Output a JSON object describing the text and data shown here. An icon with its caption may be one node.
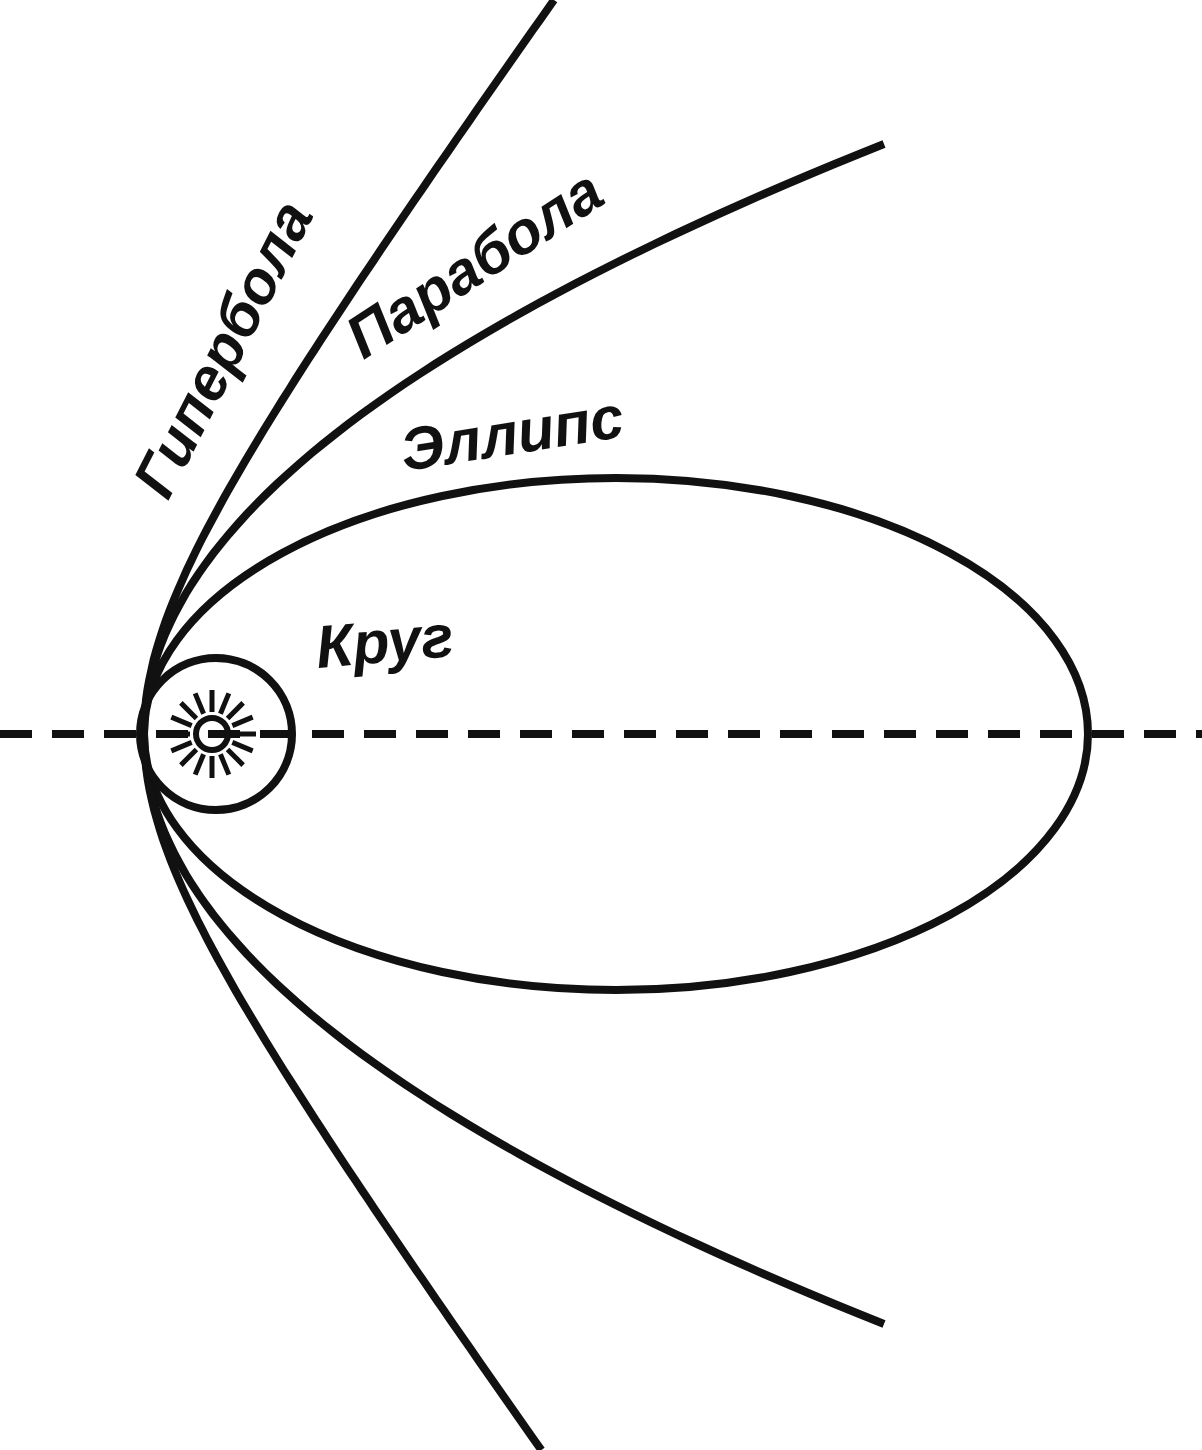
{
  "diagram": {
    "labels": [
      "Гипербола",
      "Парабола",
      "Эллипс",
      "Круг"
    ]
  }
}
